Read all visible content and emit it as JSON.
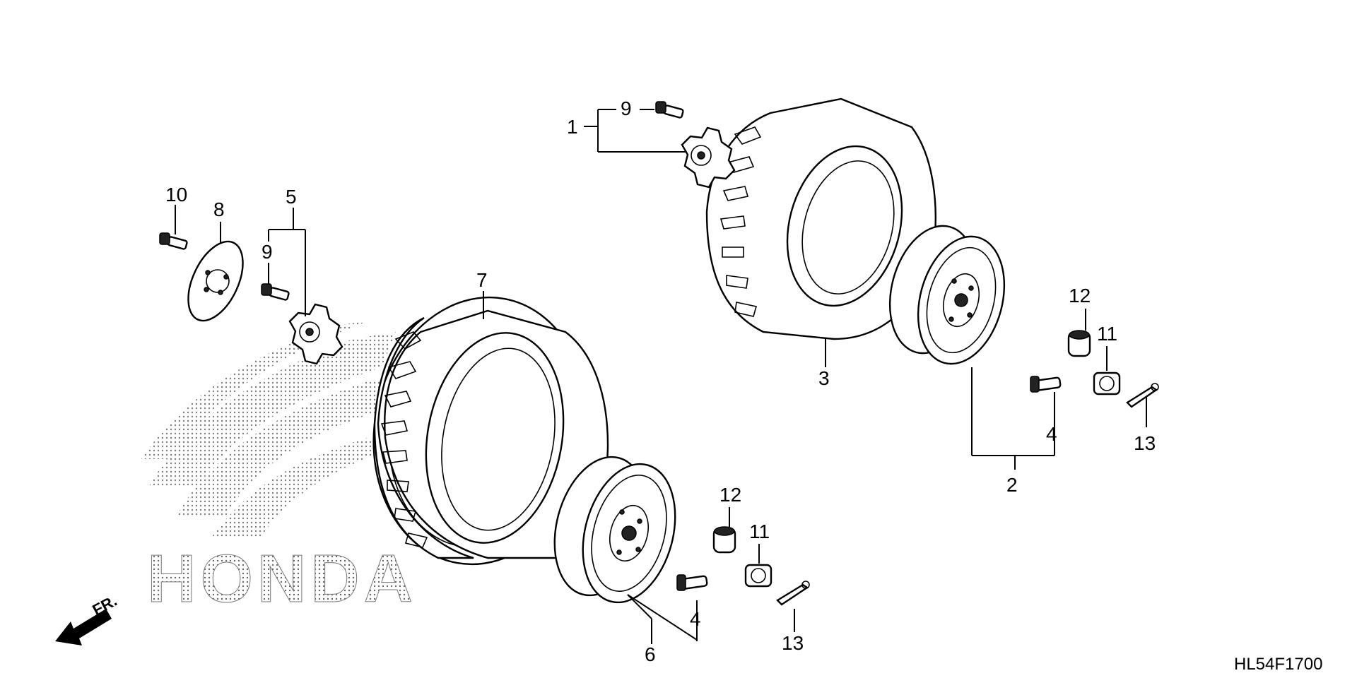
{
  "callouts": {
    "c1": "1",
    "c2": "2",
    "c3": "3",
    "c4a": "4",
    "c4b": "4",
    "c5": "5",
    "c6": "6",
    "c7": "7",
    "c8": "8",
    "c9a": "9",
    "c9b": "9",
    "c10": "10",
    "c11a": "11",
    "c11b": "11",
    "c12a": "12",
    "c12b": "12",
    "c13a": "13",
    "c13b": "13"
  },
  "direction_label": "FR.",
  "watermark": "HONDA",
  "diagram_code": "HL54F1700",
  "icons": [
    "front-direction-arrow-icon",
    "honda-wing-logo"
  ]
}
